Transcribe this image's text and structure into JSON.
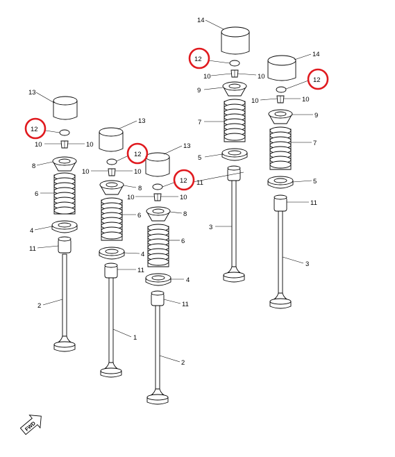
{
  "diagram": {
    "labels": {
      "p1": "1",
      "p2": "2",
      "p3": "3",
      "p4": "4",
      "p5": "5",
      "p6": "6",
      "p7": "7",
      "p8": "8",
      "p9": "9",
      "p10": "10",
      "p11": "11",
      "p12": "12",
      "p13": "13",
      "p14": "14"
    },
    "fwd_label": "FWD",
    "highlight_color": "#e0191e"
  }
}
